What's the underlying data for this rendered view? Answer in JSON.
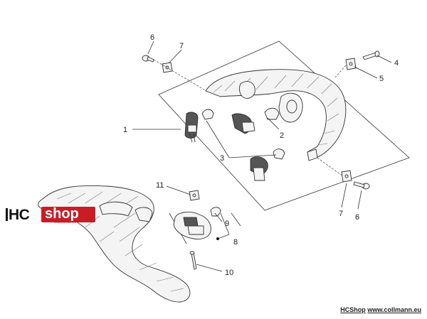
{
  "diagram": {
    "callouts": {
      "c1": "1",
      "c2": "2",
      "c3": "3",
      "c4": "4",
      "c5": "5",
      "c6a": "6",
      "c6b": "6",
      "c7a": "7",
      "c7b": "7",
      "c8": "8",
      "c9": "9",
      "c10": "10",
      "c11": "11"
    }
  },
  "logo": {
    "hc": "HC",
    "shop": "shop",
    "sub": "www.collmann.eu"
  },
  "footer": {
    "brand": "HCShop",
    "url": "www.collmann.eu"
  }
}
